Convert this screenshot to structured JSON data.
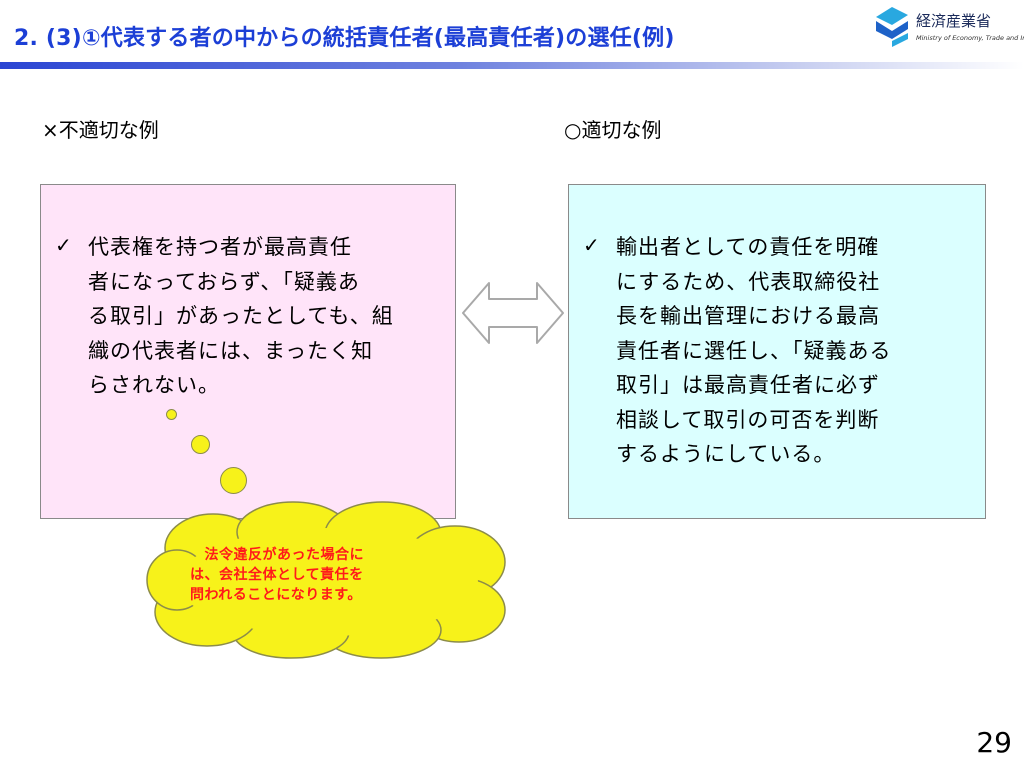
{
  "header": {
    "title": "2. (3)①代表する者の中からの統括責任者(最高責任者)の選任(例)",
    "logo": {
      "icon": "meti-logo-icon",
      "name": "経済産業省",
      "subtitle": "Ministry of Economy, Trade and Industry",
      "colors": {
        "blue": "#1e62c8",
        "cyan": "#29a8e0"
      }
    },
    "accent_color": "#1c3fd6"
  },
  "bad_example": {
    "heading": "×不適切な例",
    "check": "✓",
    "text_lines": [
      "代表権を持つ者が最高責任",
      "者になっておらず、「疑義あ",
      "る取引」があったとしても、組",
      "織の代表者には、まったく知",
      "らされない。"
    ],
    "background": "#ffe4f9"
  },
  "good_example": {
    "heading": "○適切な例",
    "check": "✓",
    "text_lines": [
      "輸出者としての責任を明確",
      "にするため、代表取締役社",
      "長を輸出管理における最高",
      "責任者に選任し、「疑義ある",
      "取引」は最高責任者に必ず",
      "相談して取引の可否を判断",
      "するようにしている。"
    ],
    "background": "#dbffff"
  },
  "arrow_icon": "double-arrow-icon",
  "cloud": {
    "lines": [
      "　法令違反があった場合に",
      "は、会社全体として責任を",
      "問われることになります。"
    ],
    "color": "#ff1a1a",
    "fill": "#f7f21a"
  },
  "page_number": "29"
}
